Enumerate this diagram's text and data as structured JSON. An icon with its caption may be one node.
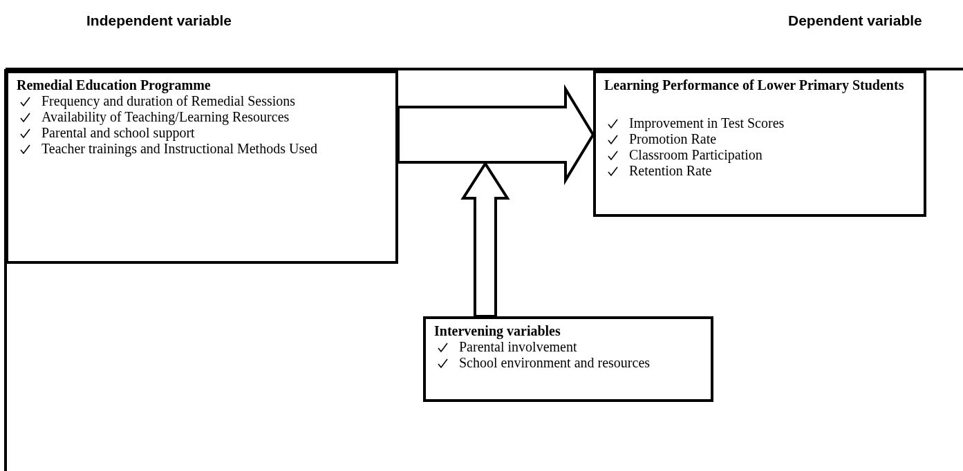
{
  "diagram": {
    "nodes": [
      {
        "text": [
          "Remedial Education Programme",
          "Frequency and duration of Remedial Sessions",
          "Availability of Teaching/Learning Resources",
          "Parental and school support",
          "Teacher trainings and Instructional Methods Used"
        ]
      },
      {
        "text": [
          "Learning Performance of Lower Primary Students",
          "Improvement in Test Scores",
          "Promotion Rate",
          "Classroom Participation",
          "Retention Rate"
        ]
      },
      {
        "text": [
          "Intervening variables",
          "Parental involvement",
          "School environment and resources"
        ]
      }
    ],
    "edges": [
      {
        "from": 0,
        "to": 1,
        "arrow": "to"
      },
      {
        "from": 2,
        "to": null,
        "arrow": "to"
      }
    ],
    "labels": [
      "Independent variable",
      "Dependent variable"
    ]
  }
}
